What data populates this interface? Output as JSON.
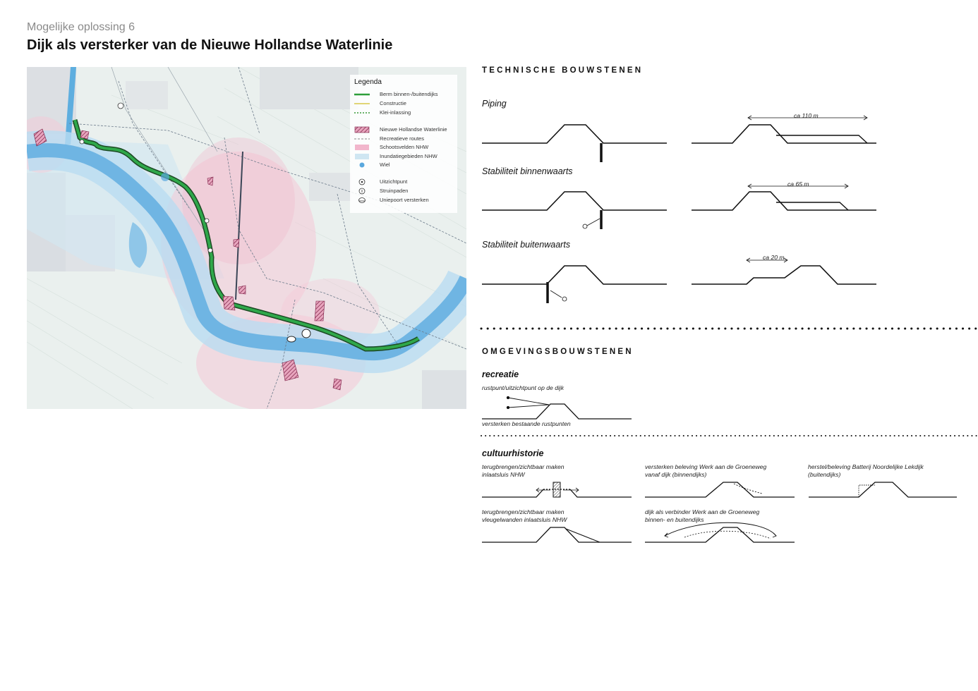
{
  "header": {
    "subtitle": "Mogelijke oplossing 6",
    "title": "Dijk als versterker van de Nieuwe Hollandse Waterlinie"
  },
  "map": {
    "legend": {
      "title": "Legenda",
      "items": [
        {
          "label": "Berm binnen-/buitendijks",
          "symbol": "green-line",
          "color": "#2e9e3a"
        },
        {
          "label": "Constructie",
          "symbol": "yellow-line",
          "color": "#d8c84a"
        },
        {
          "label": "Klei-inlassing",
          "symbol": "green-dotted-line",
          "color": "#3a9a3a"
        },
        {
          "label": "Nieuwe Hollandse Waterlinie",
          "symbol": "hatched-box",
          "color": "#b0306a"
        },
        {
          "label": "Recreatieve routes",
          "symbol": "grey-dashed-line",
          "color": "#888888"
        },
        {
          "label": "Schootsvelden NHW",
          "symbol": "pink-fill",
          "color": "#f2b6cc"
        },
        {
          "label": "Inundatiegebieden NHW",
          "symbol": "light-blue-fill",
          "color": "#cfe6f2"
        },
        {
          "label": "Wiel",
          "symbol": "blue-dot",
          "color": "#5aa8de"
        },
        {
          "label": "Uitzichtpunt",
          "symbol": "viewpoint-icon"
        },
        {
          "label": "Struinpaden",
          "symbol": "walker-icon"
        },
        {
          "label": "Uniepoort versterken",
          "symbol": "gate-icon"
        }
      ]
    }
  },
  "technical": {
    "heading": "TECHNISCHE BOUWSTENEN",
    "items": [
      {
        "label": "Piping",
        "dimension": "ca 110 m"
      },
      {
        "label": "Stabiliteit binnenwaarts",
        "dimension": "ca 65 m"
      },
      {
        "label": "Stabiliteit buitenwaarts",
        "dimension": "ca 20 m"
      }
    ]
  },
  "environment": {
    "heading": "OMGEVINGSBOUWSTENEN",
    "recreatie": {
      "label": "recreatie",
      "caption_top": "rustpunt/uitzichtpunt op de dijk",
      "caption_bottom": "versterken bestaande rustpunten"
    },
    "cultuurhistorie": {
      "label": "cultuurhistorie",
      "items": [
        {
          "caption": [
            "terugbrengen/zichtbaar maken",
            "inlaatsluis NHW"
          ]
        },
        {
          "caption": [
            "versterken beleving Werk aan de Groeneweg",
            "vanaf dijk (binnendijks)"
          ]
        },
        {
          "caption": [
            "herstel/beleving Batterij Noordelijke Lekdijk",
            "(buitendijks)"
          ]
        },
        {
          "caption": [
            "terugbrengen/zichtbaar maken",
            "vleugelwanden inlaatsluis NHW"
          ]
        },
        {
          "caption": [
            "dijk als verbinder Werk aan de Groeneweg",
            "binnen- en buitendijks"
          ]
        }
      ]
    }
  }
}
